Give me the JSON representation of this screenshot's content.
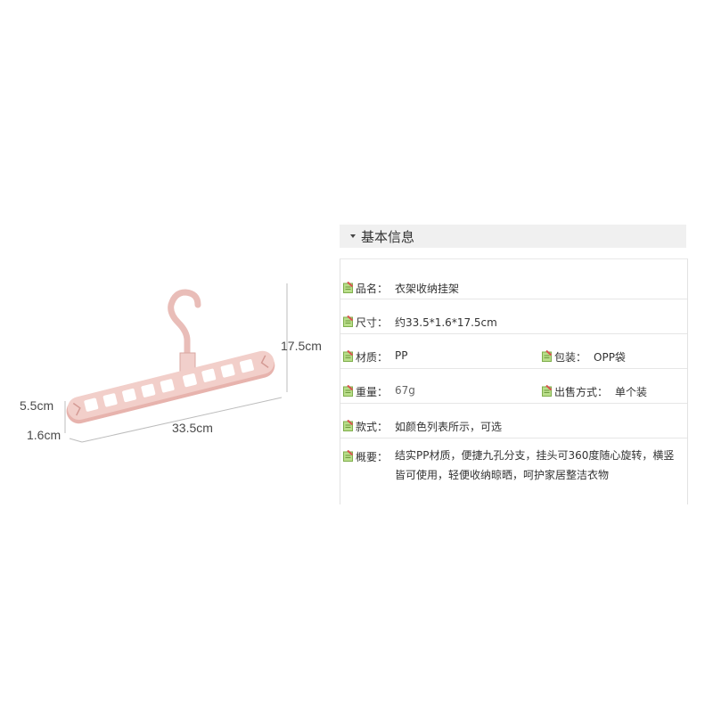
{
  "figure": {
    "product": "pink nine-hole rotating clothes hanger",
    "color": "#e8b8b4",
    "dimensions": {
      "height": "17.5cm",
      "width": "33.5cm",
      "depth": "1.6cm",
      "bar_height": "5.5cm"
    }
  },
  "panel": {
    "title": "基本信息",
    "rows": [
      {
        "label": "品名：",
        "value": "衣架收纳挂架"
      },
      {
        "label": "尺寸：",
        "value": "约33.5*1.6*17.5cm"
      },
      {
        "label": "材质：",
        "value": "PP",
        "label2": "包装：",
        "value2": "OPP袋"
      },
      {
        "label": "重量：",
        "value": "67g",
        "label2": "出售方式：",
        "value2": "单个装"
      },
      {
        "label": "款式：",
        "value": "如颜色列表所示，可选"
      },
      {
        "label": "概要：",
        "value": "结实PP材质，便捷九孔分支，挂头可360度随心旋转，横竖皆可使用，轻便收纳晾晒，呵护家居整洁衣物"
      }
    ]
  },
  "colors": {
    "header_bg": "#f0f0f0",
    "border": "#e2e2e2",
    "icon_green": "#9ccc65",
    "icon_red": "#d9534f"
  }
}
